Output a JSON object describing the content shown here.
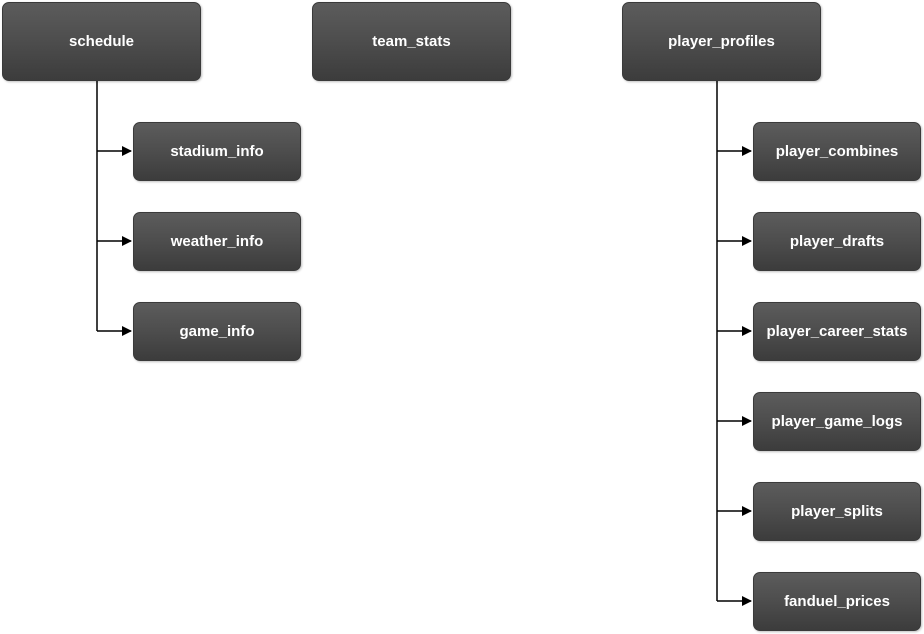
{
  "diagram": {
    "groups": [
      {
        "root": "schedule",
        "children": [
          "stadium_info",
          "weather_info",
          "game_info"
        ]
      },
      {
        "root": "team_stats",
        "children": []
      },
      {
        "root": "player_profiles",
        "children": [
          "player_combines",
          "player_drafts",
          "player_career_stats",
          "player_game_logs",
          "player_splits",
          "fanduel_prices"
        ]
      }
    ]
  },
  "colors": {
    "node_fill": "#4d4d4d",
    "node_text": "#ffffff",
    "connector": "#000000"
  }
}
